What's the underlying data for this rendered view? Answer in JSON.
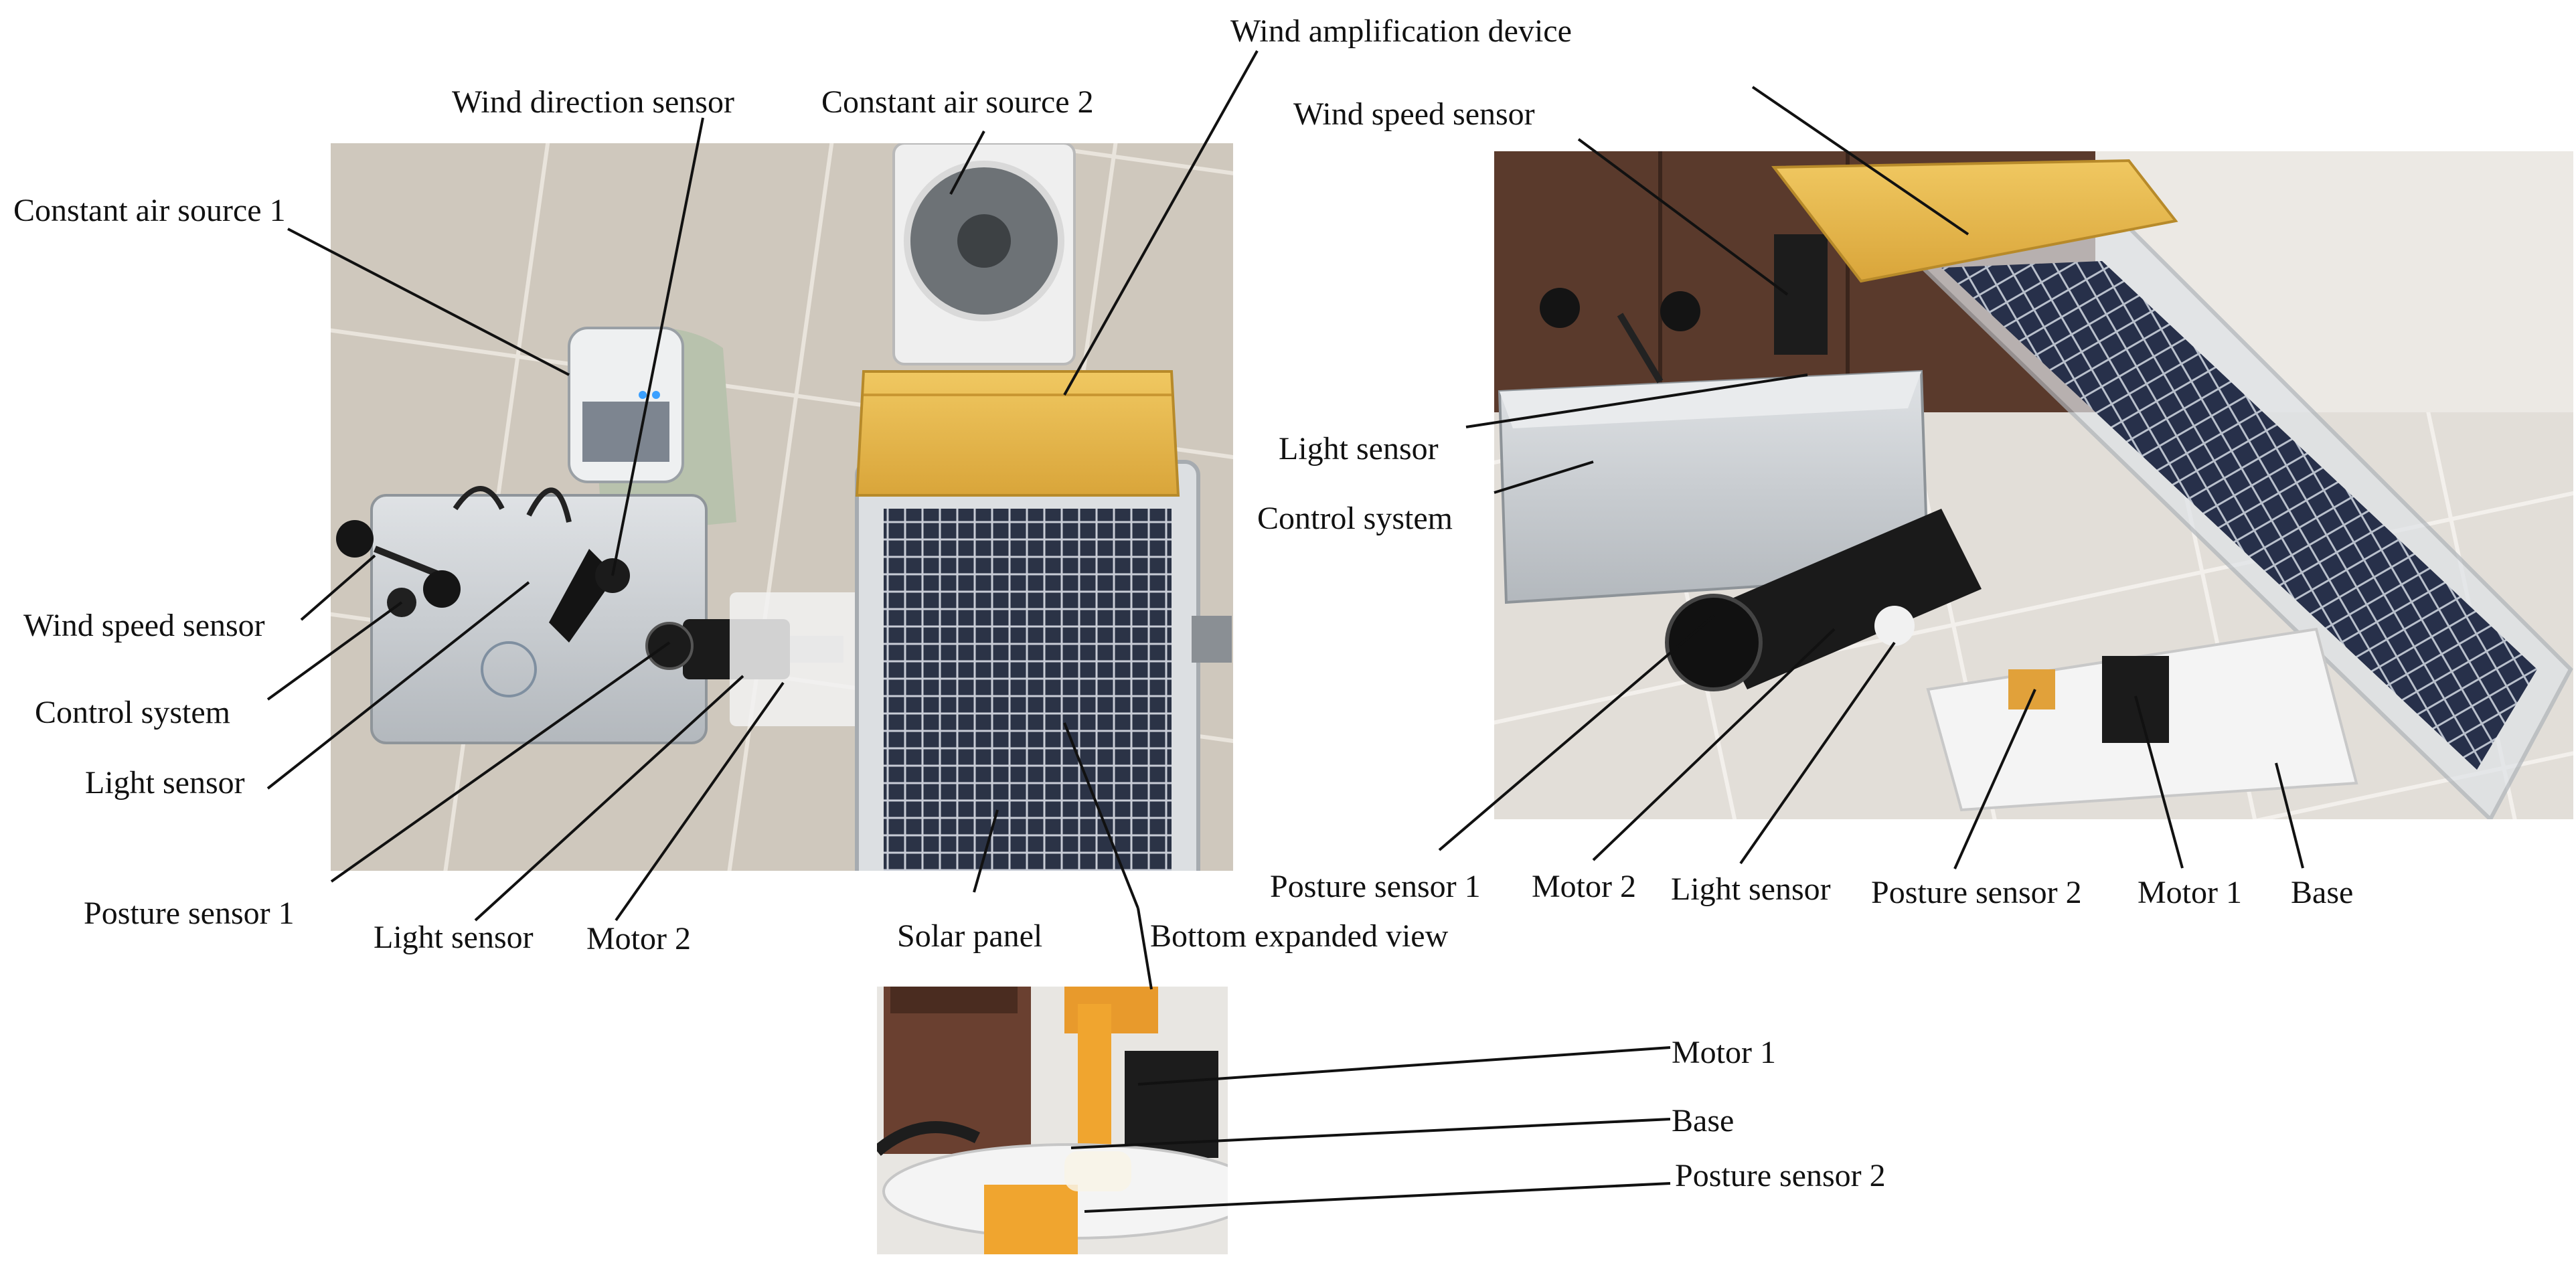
{
  "colors": {
    "floor": "#c9c2b6",
    "panel_cells": "#2b3346",
    "amplifier_yellow": "#e7b94c",
    "box_gray": "#c8ccd0",
    "motor_black": "#1b1b1b",
    "cabinet_brown": "#5a3a2c",
    "wall": "#e6e3df",
    "leader_line": "#111111"
  },
  "left_view": {
    "labels": {
      "constant_air_source_1": "Constant air source 1",
      "wind_direction_sensor": "Wind direction sensor",
      "constant_air_source_2": "Constant air source 2",
      "wind_amplification_device": "Wind amplification device",
      "wind_speed_sensor": "Wind speed sensor",
      "control_system": "Control system",
      "light_sensor_left": "Light sensor",
      "posture_sensor_1": "Posture sensor 1",
      "light_sensor_bottom": "Light sensor",
      "motor_2": "Motor 2",
      "solar_panel": "Solar panel",
      "bottom_expanded_view": "Bottom expanded view"
    }
  },
  "right_view": {
    "labels": {
      "wind_speed_sensor": "Wind speed sensor",
      "light_sensor": "Light sensor",
      "control_system": "Control system",
      "posture_sensor_1": "Posture sensor 1",
      "motor_2": "Motor 2",
      "light_sensor_bottom": "Light sensor",
      "posture_sensor_2": "Posture sensor 2",
      "motor_1": "Motor 1",
      "base": "Base"
    }
  },
  "bottom_view": {
    "labels": {
      "motor_1": "Motor 1",
      "base": "Base",
      "posture_sensor_2": "Posture sensor 2"
    }
  }
}
